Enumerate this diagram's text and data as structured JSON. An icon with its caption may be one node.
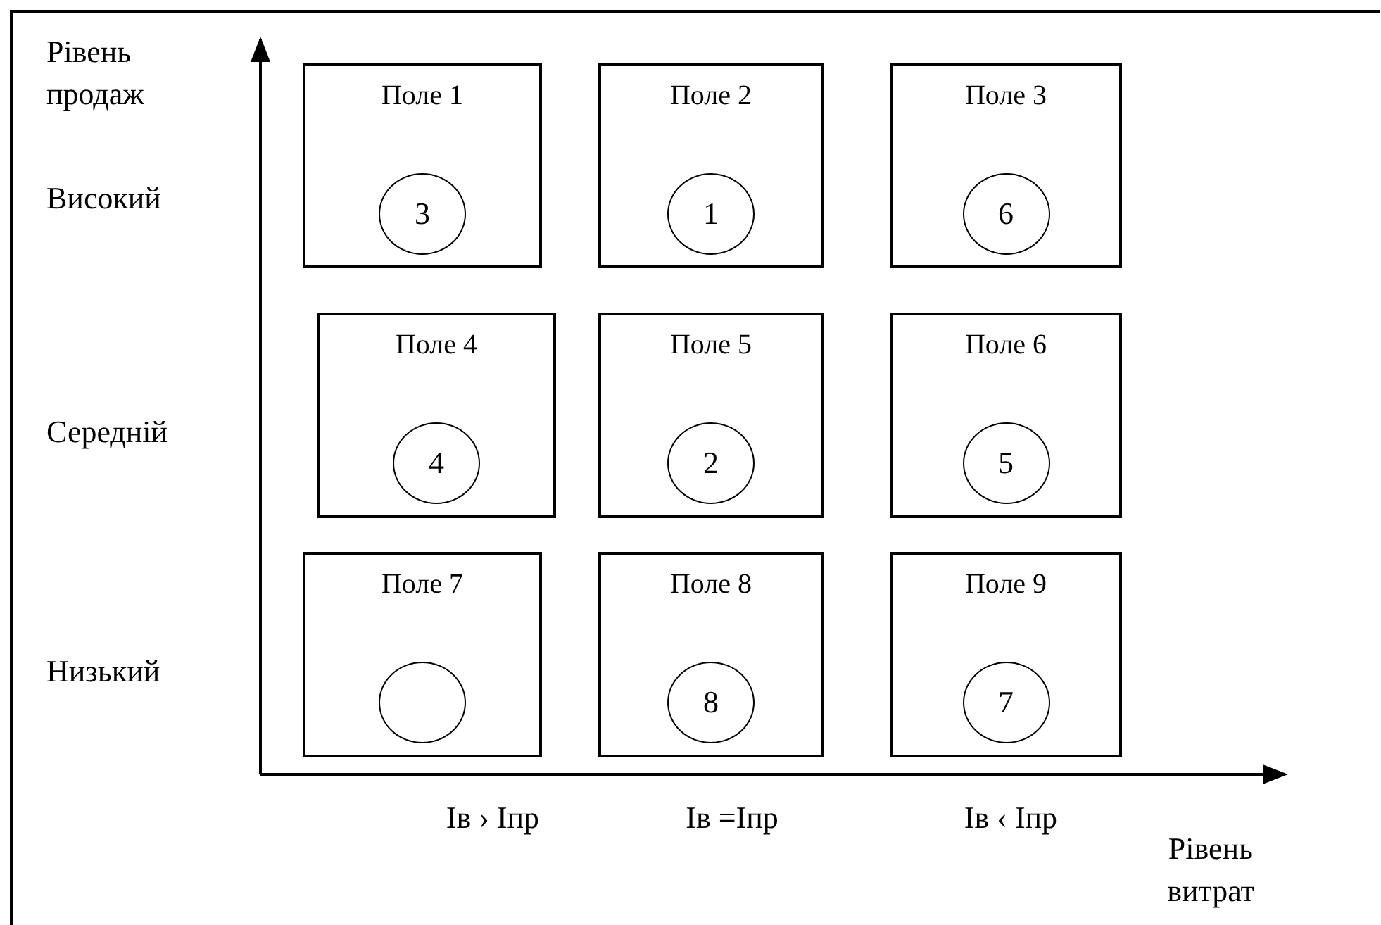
{
  "diagram": {
    "nodes": [
      {
        "text": [
          "Поле 1"
        ]
      },
      {
        "text": [
          "3"
        ],
        "in": 0
      },
      {
        "text": [
          "Поле 2"
        ]
      },
      {
        "text": [
          "1"
        ],
        "in": 2
      },
      {
        "text": [
          "Поле 3"
        ]
      },
      {
        "text": [
          "6"
        ],
        "in": 4
      },
      {
        "text": [
          "Поле 4"
        ]
      },
      {
        "text": [
          "4"
        ],
        "in": 6
      },
      {
        "text": [
          "Поле 5"
        ]
      },
      {
        "text": [
          "2"
        ],
        "in": 8
      },
      {
        "text": [
          "Поле 6"
        ]
      },
      {
        "text": [
          "5"
        ],
        "in": 10
      },
      {
        "text": [
          "Поле 7"
        ]
      },
      {
        "text": [],
        "shape": "circle",
        "in": 12
      },
      {
        "text": [
          "Поле 8"
        ]
      },
      {
        "text": [
          "8"
        ],
        "in": 14
      },
      {
        "text": [
          "Поле 9"
        ]
      },
      {
        "text": [
          "7"
        ],
        "in": 16
      }
    ],
    "edges": [],
    "labels": [
      "Рівень продаж",
      "Високий",
      "Середній",
      "Низький",
      "Ів › Іпр",
      "Ів =Іпр",
      "Ів ‹ Іпр",
      "Рівень витрат"
    ]
  }
}
